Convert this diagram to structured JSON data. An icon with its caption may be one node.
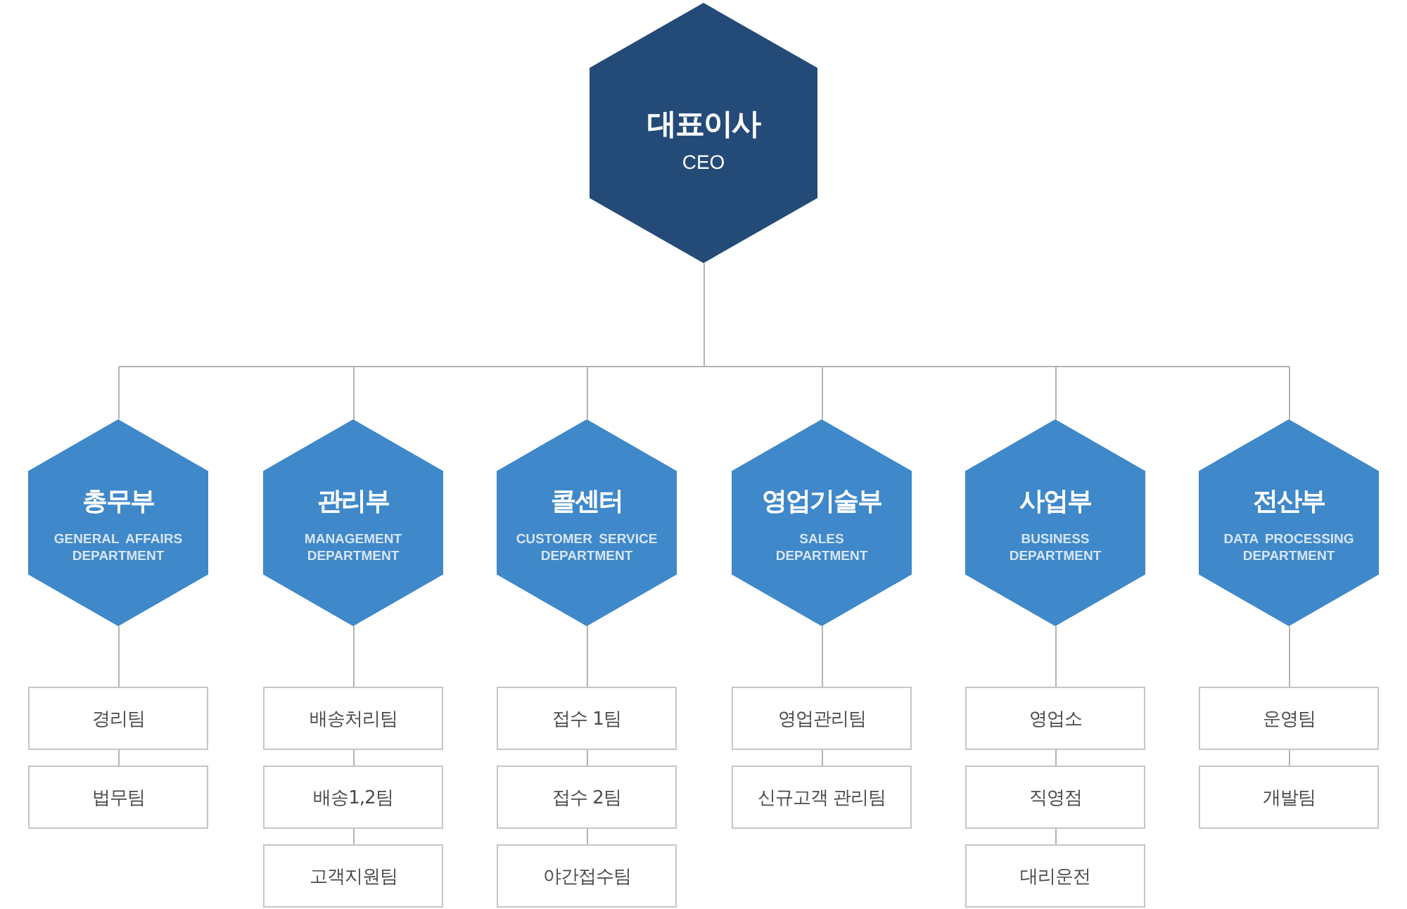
{
  "diagram": {
    "nodes": [
      {
        "text": [
          "대표이사",
          "CEO"
        ]
      },
      {
        "text": [
          "총무부",
          "GENERAL AFFAIRS DEPARTMENT"
        ]
      },
      {
        "text": [
          "관리부",
          "MANAGEMENT DEPARTMENT"
        ]
      },
      {
        "text": [
          "콜센터",
          "CUSTOMER SERVICE DEPARTMENT"
        ]
      },
      {
        "text": [
          "영업기술부",
          "SALES DEPARTMENT"
        ]
      },
      {
        "text": [
          "사업부",
          "BUSINESS DEPARTMENT"
        ]
      },
      {
        "text": [
          "전산부",
          "DATA PROCESSING DEPARTMENT"
        ]
      },
      {
        "text": [
          "경리팀"
        ]
      },
      {
        "text": [
          "배송처리팀"
        ]
      },
      {
        "text": [
          "접수 1팀"
        ]
      },
      {
        "text": [
          "영업관리팀"
        ]
      },
      {
        "text": [
          "영업소"
        ]
      },
      {
        "text": [
          "운영팀"
        ]
      },
      {
        "text": [
          "법무팀"
        ]
      },
      {
        "text": [
          "배송1,2팀"
        ]
      },
      {
        "text": [
          "접수 2팀"
        ]
      },
      {
        "text": [
          "신규고객 관리팀"
        ]
      },
      {
        "text": [
          "직영점"
        ]
      },
      {
        "text": [
          "개발팀"
        ]
      },
      {
        "text": [
          "고객지원팀"
        ]
      },
      {
        "text": [
          "야간접수팀"
        ]
      },
      {
        "text": [
          "대리운전"
        ]
      }
    ],
    "edges": [
      {
        "from": 0,
        "to": 1,
        "arrow": "none"
      },
      {
        "from": 0,
        "to": 2,
        "arrow": "none"
      },
      {
        "from": 0,
        "to": 3,
        "arrow": "none"
      },
      {
        "from": 0,
        "to": 4,
        "arrow": "none"
      },
      {
        "from": 0,
        "to": 5,
        "arrow": "none"
      },
      {
        "from": 0,
        "to": 6,
        "arrow": "none"
      },
      {
        "from": 1,
        "to": 7,
        "arrow": "none"
      },
      {
        "from": 2,
        "to": 8,
        "arrow": "none"
      },
      {
        "from": 3,
        "to": 9,
        "arrow": "none"
      },
      {
        "from": 4,
        "to": 10,
        "arrow": "none"
      },
      {
        "from": 5,
        "to": 11,
        "arrow": "none"
      },
      {
        "from": 6,
        "to": 12,
        "arrow": "none"
      },
      {
        "from": 7,
        "to": 13,
        "arrow": "none"
      },
      {
        "from": 8,
        "to": 14,
        "arrow": "none"
      },
      {
        "from": 9,
        "to": 15,
        "arrow": "none"
      },
      {
        "from": 10,
        "to": 16,
        "arrow": "none"
      },
      {
        "from": 11,
        "to": 17,
        "arrow": "none"
      },
      {
        "from": 12,
        "to": 18,
        "arrow": "none"
      },
      {
        "from": 14,
        "to": 19,
        "arrow": "none"
      },
      {
        "from": 15,
        "to": 20,
        "arrow": "none"
      },
      {
        "from": 17,
        "to": 21,
        "arrow": "none"
      }
    ]
  }
}
